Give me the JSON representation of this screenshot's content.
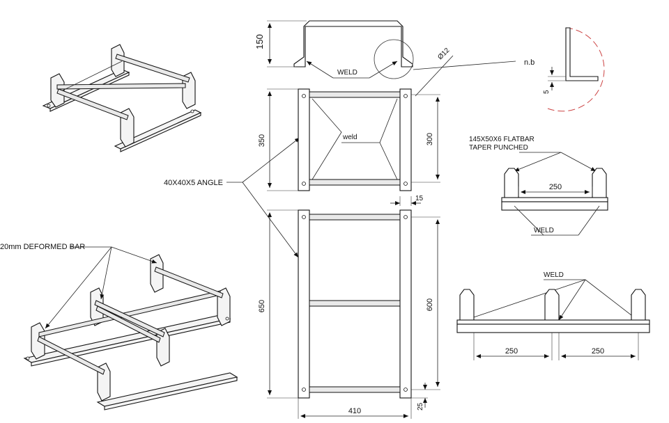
{
  "labels": {
    "deformed_bar": "20mm DEFORMED BAR",
    "angle": "40X40X5 ANGLE",
    "weld_upper": "WELD",
    "weld_lower": "weld",
    "hole_dia": "Ø12",
    "detail_note": "n.b",
    "flatbar_line1": "145X50X6 FLATBAR",
    "flatbar_line2": "TAPER PUNCHED"
  },
  "dimensions": {
    "d150": "150",
    "d350": "350",
    "d300": "300",
    "d15": "15",
    "d650": "650",
    "d600": "600",
    "d25": "25",
    "d410": "410",
    "d250": "250",
    "d5": "5"
  }
}
